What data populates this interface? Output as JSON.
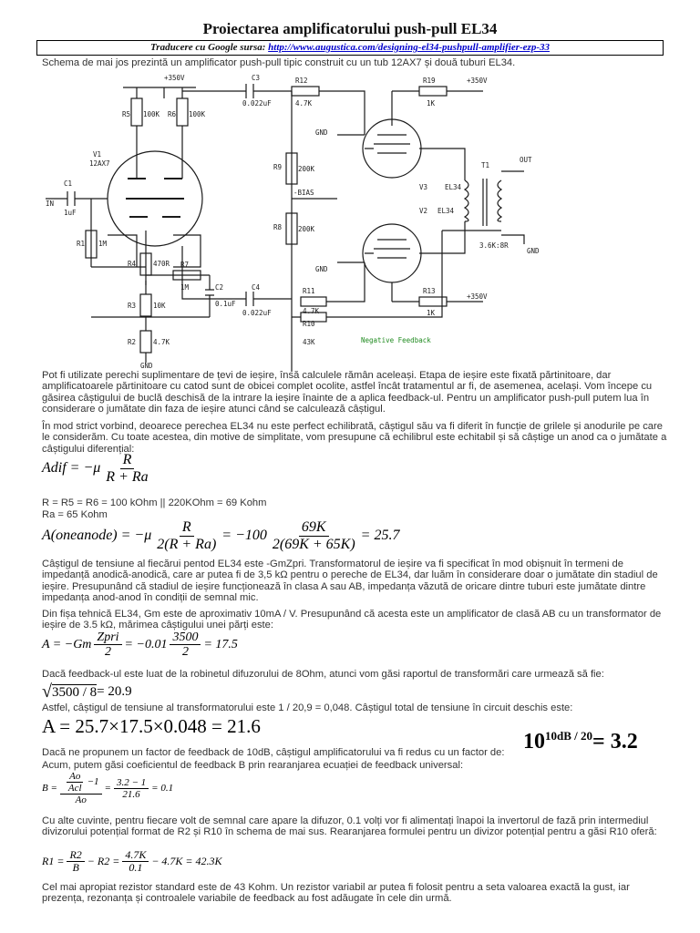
{
  "doc": {
    "title": "Proiectarea amplificatorului push-pull EL34",
    "source_prefix": "Traducere cu Google sursa: ",
    "source_url": "http://www.augustica.com/designing-el34-pushpull-amplifier-ezp-33"
  },
  "paragraphs": {
    "p1": "Schema de mai jos prezintă un amplificator push-pull tipic construit cu un tub 12AX7 și două tuburi EL34.",
    "p2": "Pot fi utilizate perechi suplimentare de țevi de ieșire, însă calculele rămân aceleași. Etapa de ieșire este fixată părtinitoare, dar amplificatoarele părtinitoare cu catod sunt de obicei complet ocolite, astfel încât tratamentul ar fi, de asemenea, același. Vom începe cu găsirea câștigului de buclă deschisă de la intrare la ieșire înainte de a aplica feedback-ul. Pentru un amplificator push-pull putem lua în considerare o jumătate din faza de ieșire atunci când se calculează câștigul.",
    "p3": "În mod strict vorbind, deoarece perechea EL34 nu este perfect echilibrată, câștigul său va fi diferit în funcție de grilele și anodurile pe care le considerăm. Cu toate acestea, din motive de simplitate, vom presupune că echilibrul este echitabil și să câștige un anod ca o jumătate a câștigului diferențial:",
    "p4a": "R = R5 = R6 = 100 kOhm || 220KOhm = 69 Kohm",
    "p4b": "Ra = 65 Kohm",
    "p5": "Câștigul de tensiune al fiecărui pentod EL34 este -GmZpri. Transformatorul de ieșire va fi specificat în mod obișnuit în termeni de impedanță anodică-anodică, care ar putea fi de 3,5 kΩ pentru o pereche de EL34, dar luăm în considerare doar o jumătate din stadiul de ieșire. Presupunând că stadiul de ieșire funcționează în clasa A sau AB, impedanța văzută de oricare dintre tuburi este jumătate dintre impedanța anod-anod în condiții de semnal mic.",
    "p6": "Din fișa tehnică EL34, Gm este de aproximativ 10mA / V. Presupunând că acesta este un amplificator de clasă AB cu un transformator de ieșire de 3.5 kΩ, mărimea câștigului unei părți este:",
    "p7": "Dacă feedback-ul este luat de la robinetul difuzorului de 8Ohm, atunci vom găsi raportul de transformări care urmează să fie:",
    "p8": "Astfel, câștigul de tensiune al transformatorului este 1 / 20,9 = 0,048. Câștigul total de tensiune în circuit deschis este:",
    "p9a": "Dacă ne propunem un factor de feedback de 10dB, câștigul amplificatorului va fi redus cu un factor de:",
    "p9b": "Acum, putem găsi coeficientul de feedback B prin rearanjarea ecuației de feedback universal:",
    "p10": "Cu alte cuvinte, pentru fiecare volt de semnal care apare la difuzor, 0.1 volți vor fi alimentați înapoi la invertorul de fază prin intermediul divizorului potențial format de R2 și R10 în schema de mai sus. Rearanjarea formulei pentru un divizor potențial pentru a găsi R10 oferă:",
    "p11": "Cel mai apropiat rezistor standard este de 43 Kohm. Un rezistor variabil ar putea fi folosit pentru a seta valoarea exactă la gust, iar prezența, rezonanța și controalele variabile de feedback au fost adăugate în cele din urmă."
  },
  "equations": {
    "adif_lhs": "Adif = −μ",
    "adif_num": "R",
    "adif_den": "R + Ra",
    "aone_lhs": "A(oneanode) = −μ",
    "aone_num": "R",
    "aone_den": "2(R + Ra)",
    "aone_mid": "= −100",
    "aone_num2": "69K",
    "aone_den2": "2(69K + 65K)",
    "aone_res": "= 25.7",
    "gm_lhs": "A = −Gm",
    "gm_num": "Zpri",
    "gm_den": "2",
    "gm_mid": "= −0.01",
    "gm_num2": "3500",
    "gm_den2": "2",
    "gm_res": "= 17.5",
    "sqrt_expr": "3500 / 8",
    "sqrt_res": "= 20.9",
    "total": "A = 25.7×17.5×0.048 = 21.6",
    "ten_base": "10",
    "ten_exp": "10dB / 20",
    "ten_res": "= 3.2",
    "b_lhs": "B =",
    "b_num_top": "Ao",
    "b_num_bot": "Acl",
    "b_minus1": "−1",
    "b_den": "Ao",
    "b_mid_num": "3.2 − 1",
    "b_mid_den": "21.6",
    "b_res": "= 0.1",
    "r_lhs": "R1 =",
    "r_num1": "R2",
    "r_den1": "B",
    "r_mid": "− R2 =",
    "r_num2": "4.7K",
    "r_den2": "0.1",
    "r_res": "− 4.7K = 42.3K"
  },
  "schematic": {
    "labels": {
      "b350_top": "+350V",
      "r5": "R5",
      "r5v": "100K",
      "r6": "R6",
      "r6v": "100K",
      "c3": "C3",
      "c3v": "0.022uF",
      "r12": "R12",
      "r12v": "4.7K",
      "r19": "R19",
      "r19v": "1K",
      "b350_r": "+350V",
      "gnd1": "GND",
      "r9": "R9",
      "r9v": "200K",
      "bias": "-BIAS",
      "r8": "R8",
      "r8v": "200K",
      "v1": "V1",
      "v1t": "12AX7",
      "c1": "C1",
      "c1v": "1uF",
      "in": "IN",
      "r1": "R1",
      "r1v": "1M",
      "r4": "R4",
      "r4v": "470R",
      "r7": "R7",
      "r7v": "1M",
      "c2": "C2",
      "c2v": "0.1uF",
      "r3": "R3",
      "r3v": "10K",
      "r2": "R2",
      "r2v": "4.7K",
      "gnd2": "GND",
      "c4": "C4",
      "c4v": "0.022uF",
      "r11": "R11",
      "r11v": "4.7K",
      "r10": "R10",
      "r10v": "43K",
      "nfb": "Negative Feedback",
      "r13": "R13",
      "r13v": "1K",
      "b350_b": "+350V",
      "gnd3": "GND",
      "v3": "V3",
      "v3t": "EL34",
      "v2": "V2",
      "v2t": "EL34",
      "t1": "T1",
      "out": "OUT",
      "t1v": "3.6K:8R",
      "gnd4": "GND"
    },
    "colors": {
      "wire": "#1a1a1a",
      "feedback_text": "#1f8a1f"
    }
  }
}
